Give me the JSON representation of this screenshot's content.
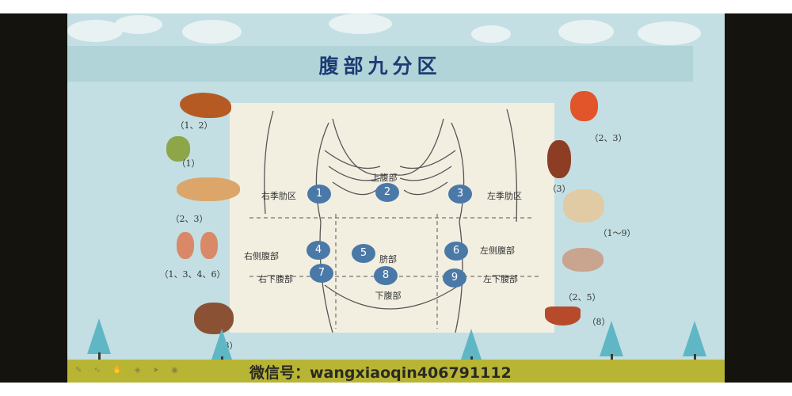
{
  "title": "腹部九分区",
  "regions": [
    {
      "num": "1",
      "label": "右季肋区"
    },
    {
      "num": "2",
      "label": "上腹部"
    },
    {
      "num": "3",
      "label": "左季肋区"
    },
    {
      "num": "4",
      "label": "右侧腹部"
    },
    {
      "num": "5",
      "label": "脐部"
    },
    {
      "num": "6",
      "label": "左侧腹部"
    },
    {
      "num": "7",
      "label": "右下腹部"
    },
    {
      "num": "8",
      "label": "下腹部"
    },
    {
      "num": "9",
      "label": "左下腹部"
    }
  ],
  "organs_left": [
    "（1、2）",
    "（1）",
    "（2、3）",
    "（1、3、4、6）",
    "（8）"
  ],
  "organs_right": [
    "（2、3）",
    "（3）",
    "（1～9）",
    "（2、5）",
    "（8）"
  ],
  "footer": {
    "wechat": "微信号：wangxiaoqin406791112",
    "tools": "✎ ∿ ✋ ◈ ➤ ◉"
  },
  "colors": {
    "circle": "#4a79a8",
    "title": "#1d3c74",
    "footer": "#b9b534"
  }
}
